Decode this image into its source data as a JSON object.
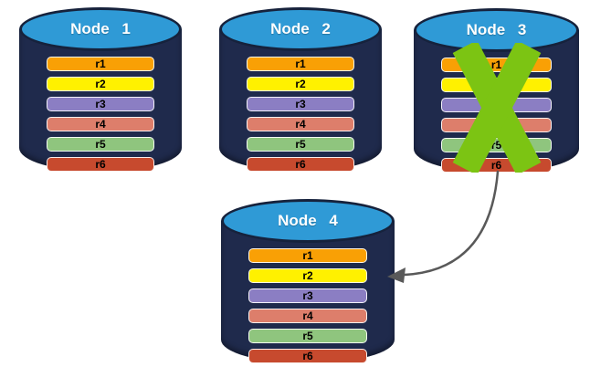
{
  "diagram": {
    "background": "#FFFFFF",
    "colors": {
      "cylinder_body": "#1F2A4C",
      "cylinder_top": "#2F9AD6",
      "cylinder_outline": "#16223C",
      "node_label_text": "#FFFFFF",
      "row_label_text": "#000000",
      "row_border": "#FFFFFF",
      "x_mark": "#7CC413",
      "arrow": "#595959"
    },
    "nodes": [
      {
        "label": "Node 1",
        "rows": [
          {
            "label": "r1",
            "color": "#F9A005"
          },
          {
            "label": "r2",
            "color": "#FFF100"
          },
          {
            "label": "r3",
            "color": "#8B7EC3"
          },
          {
            "label": "r4",
            "color": "#DD7E6B"
          },
          {
            "label": "r5",
            "color": "#8FC57E"
          },
          {
            "label": "r6",
            "color": "#C74A2E"
          }
        ]
      },
      {
        "label": "Node 2",
        "rows": [
          {
            "label": "r1",
            "color": "#F9A005"
          },
          {
            "label": "r2",
            "color": "#FFF100"
          },
          {
            "label": "r3",
            "color": "#8B7EC3"
          },
          {
            "label": "r4",
            "color": "#DD7E6B"
          },
          {
            "label": "r5",
            "color": "#8FC57E"
          },
          {
            "label": "r6",
            "color": "#C74A2E"
          }
        ]
      },
      {
        "label": "Node 3",
        "rows": [
          {
            "label": "r1",
            "color": "#F9A005"
          },
          {
            "label": "r2",
            "color": "#FFF100"
          },
          {
            "label": "r3",
            "color": "#8B7EC3"
          },
          {
            "label": "r4",
            "color": "#DD7E6B"
          },
          {
            "label": "r5",
            "color": "#8FC57E"
          },
          {
            "label": "r6",
            "color": "#C74A2E"
          }
        ]
      },
      {
        "label": "Node 4",
        "rows": [
          {
            "label": "r1",
            "color": "#F9A005"
          },
          {
            "label": "r2",
            "color": "#FFF100"
          },
          {
            "label": "r3",
            "color": "#8B7EC3"
          },
          {
            "label": "r4",
            "color": "#DD7E6B"
          },
          {
            "label": "r5",
            "color": "#8FC57E"
          },
          {
            "label": "r6",
            "color": "#C74A2E"
          }
        ]
      }
    ],
    "annotations": {
      "x_mark": {
        "icon": "x-mark-icon",
        "on_node": "Node 3"
      },
      "arrow": {
        "icon": "curved-arrow-icon",
        "from": "Node 3",
        "to": "Node 4"
      }
    }
  }
}
